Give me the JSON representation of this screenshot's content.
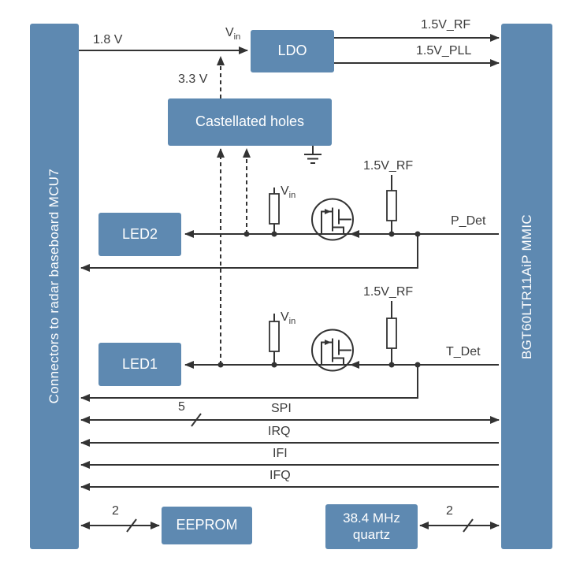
{
  "diagram": {
    "left_bar": "Connectors to radar baseboard MCU7",
    "right_bar": "BGT60LTR11AiP MMIC",
    "blocks": {
      "ldo": "LDO",
      "castellated": "Castellated holes",
      "led2": "LED2",
      "led1": "LED1",
      "eeprom": "EEPROM",
      "quartz_line1": "38.4 MHz",
      "quartz_line2": "quartz"
    },
    "labels": {
      "v18": "1.8 V",
      "v33": "3.3 V",
      "vin_main": "V",
      "vin_sub": "in",
      "rf_top": "1.5V_RF",
      "pll": "1.5V_PLL",
      "rf_row1": "1.5V_RF",
      "rf_row2": "1.5V_RF",
      "p_det": "P_Det",
      "t_det": "T_Det",
      "spi": "SPI",
      "irq": "IRQ",
      "ifi": "IFI",
      "ifq": "IFQ",
      "bus_width_spi": "5",
      "bus_width_eeprom": "2",
      "bus_width_quartz": "2"
    },
    "colors": {
      "block_fill": "#5e89b1",
      "block_text": "#ffffff",
      "wire": "#333333",
      "label_text": "#3b3b3b",
      "background": "#ffffff"
    }
  }
}
